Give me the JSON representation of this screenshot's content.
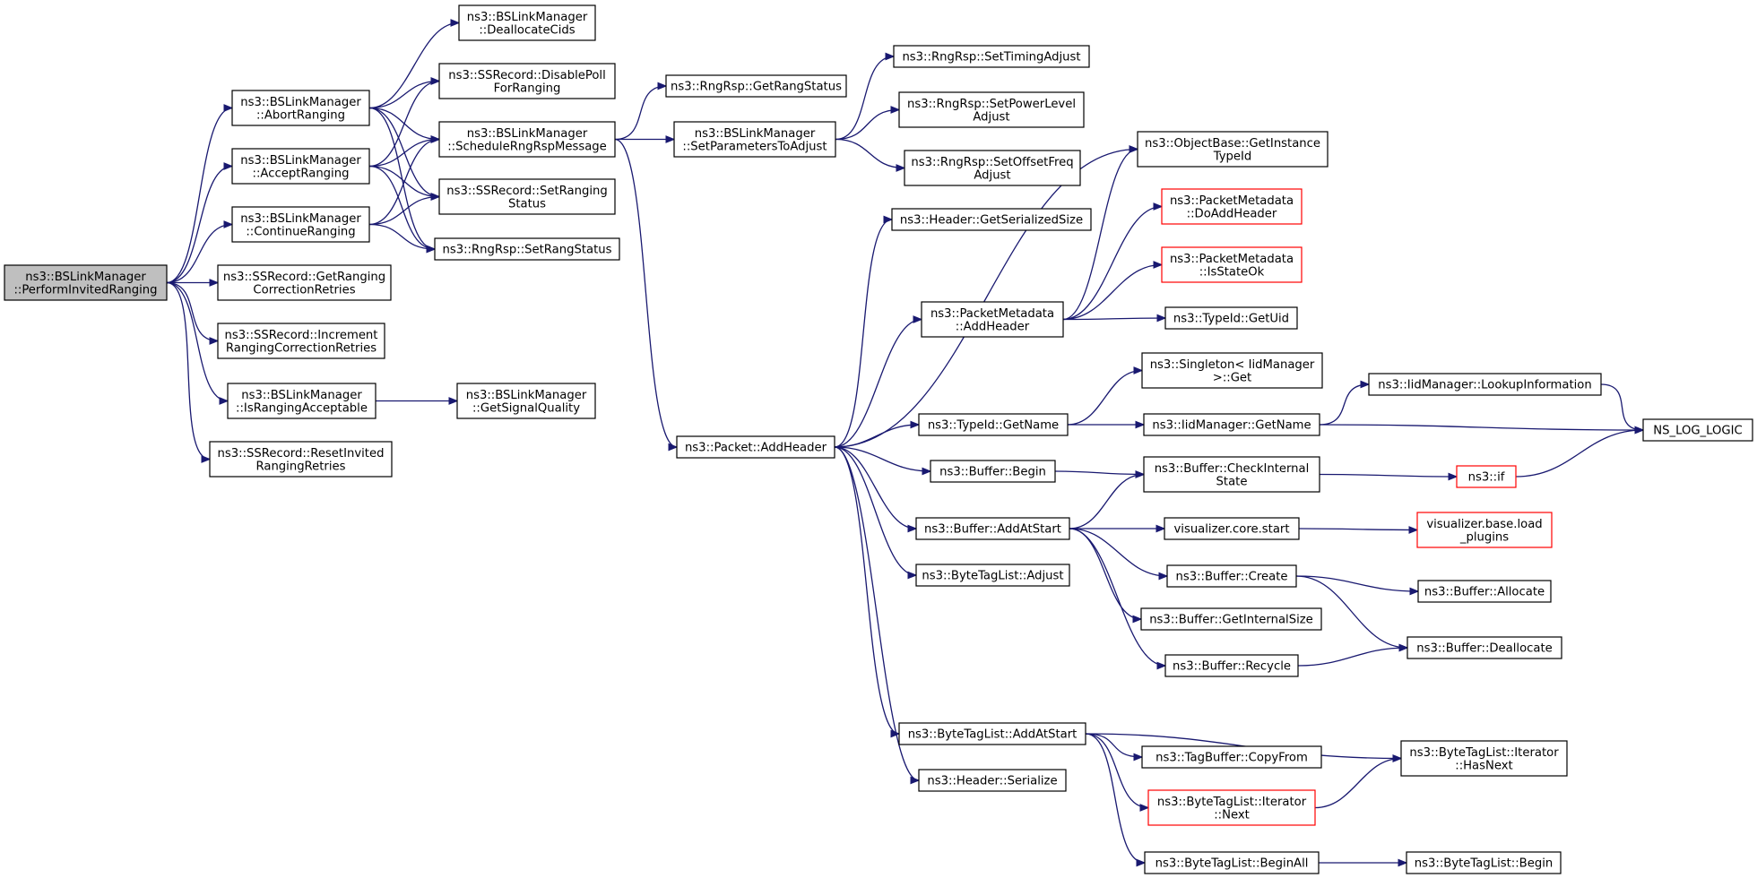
{
  "diagram": {
    "type": "call-graph",
    "colors": {
      "edge": "#191970",
      "root_fill": "#bfbfbf",
      "highlight_border": "#ff0000",
      "node_border": "#000000"
    },
    "nodes": [
      {
        "id": "root",
        "lines": [
          "ns3::BSLinkManager",
          "::PerformInvitedRanging"
        ],
        "style": "root"
      },
      {
        "id": "dealloc",
        "lines": [
          "ns3::BSLinkManager",
          "::DeallocateCids"
        ]
      },
      {
        "id": "abort",
        "lines": [
          "ns3::BSLinkManager",
          "::AbortRanging"
        ]
      },
      {
        "id": "disablepoll",
        "lines": [
          "ns3::SSRecord::DisablePoll",
          "ForRanging"
        ]
      },
      {
        "id": "schedule",
        "lines": [
          "ns3::BSLinkManager",
          "::ScheduleRngRspMessage"
        ]
      },
      {
        "id": "accept",
        "lines": [
          "ns3::BSLinkManager",
          "::AcceptRanging"
        ]
      },
      {
        "id": "setranging",
        "lines": [
          "ns3::SSRecord::SetRanging",
          "Status"
        ]
      },
      {
        "id": "continue",
        "lines": [
          "ns3::BSLinkManager",
          "::ContinueRanging"
        ]
      },
      {
        "id": "setrang",
        "lines": [
          "ns3::RngRsp::SetRangStatus"
        ]
      },
      {
        "id": "getranging",
        "lines": [
          "ns3::SSRecord::GetRanging",
          "CorrectionRetries"
        ]
      },
      {
        "id": "increment",
        "lines": [
          "ns3::SSRecord::Increment",
          "RangingCorrectionRetries"
        ]
      },
      {
        "id": "isacceptable",
        "lines": [
          "ns3::BSLinkManager",
          "::IsRangingAcceptable"
        ]
      },
      {
        "id": "signal",
        "lines": [
          "ns3::BSLinkManager",
          "::GetSignalQuality"
        ]
      },
      {
        "id": "reset",
        "lines": [
          "ns3::SSRecord::ResetInvited",
          "RangingRetries"
        ]
      },
      {
        "id": "getrangstatus",
        "lines": [
          "ns3::RngRsp::GetRangStatus"
        ]
      },
      {
        "id": "setparams",
        "lines": [
          "ns3::BSLinkManager",
          "::SetParametersToAdjust"
        ]
      },
      {
        "id": "timing",
        "lines": [
          "ns3::RngRsp::SetTimingAdjust"
        ]
      },
      {
        "id": "power",
        "lines": [
          "ns3::RngRsp::SetPowerLevel",
          "Adjust"
        ]
      },
      {
        "id": "offset",
        "lines": [
          "ns3::RngRsp::SetOffsetFreq",
          "Adjust"
        ]
      },
      {
        "id": "packetadd",
        "lines": [
          "ns3::Packet::AddHeader"
        ]
      },
      {
        "id": "objbase",
        "lines": [
          "ns3::ObjectBase::GetInstance",
          "TypeId"
        ]
      },
      {
        "id": "hdrsize",
        "lines": [
          "ns3::Header::GetSerializedSize"
        ]
      },
      {
        "id": "doadd",
        "lines": [
          "ns3::PacketMetadata",
          "::DoAddHeader"
        ],
        "style": "red"
      },
      {
        "id": "isstateok",
        "lines": [
          "ns3::PacketMetadata",
          "::IsStateOk"
        ],
        "style": "red"
      },
      {
        "id": "pmadd",
        "lines": [
          "ns3::PacketMetadata",
          "::AddHeader"
        ]
      },
      {
        "id": "getuid",
        "lines": [
          "ns3::TypeId::GetUid"
        ]
      },
      {
        "id": "singleton",
        "lines": [
          "ns3::Singleton< IidManager",
          ">::Get"
        ]
      },
      {
        "id": "lookup",
        "lines": [
          "ns3::IidManager::LookupInformation"
        ]
      },
      {
        "id": "typename",
        "lines": [
          "ns3::TypeId::GetName"
        ]
      },
      {
        "id": "iidname",
        "lines": [
          "ns3::IidManager::GetName"
        ]
      },
      {
        "id": "nslog",
        "lines": [
          "NS_LOG_LOGIC"
        ]
      },
      {
        "id": "bufbegin",
        "lines": [
          "ns3::Buffer::Begin"
        ]
      },
      {
        "id": "checkint",
        "lines": [
          "ns3::Buffer::CheckInternal",
          "State"
        ]
      },
      {
        "id": "nsif",
        "lines": [
          "ns3::if"
        ],
        "style": "red"
      },
      {
        "id": "bufaddstart",
        "lines": [
          "ns3::Buffer::AddAtStart"
        ]
      },
      {
        "id": "vizstart",
        "lines": [
          "visualizer.core.start"
        ]
      },
      {
        "id": "vizload",
        "lines": [
          "visualizer.base.load",
          "_plugins"
        ],
        "style": "red"
      },
      {
        "id": "btladjust",
        "lines": [
          "ns3::ByteTagList::Adjust"
        ]
      },
      {
        "id": "bufcreate",
        "lines": [
          "ns3::Buffer::Create"
        ]
      },
      {
        "id": "bufalloc",
        "lines": [
          "ns3::Buffer::Allocate"
        ]
      },
      {
        "id": "bufintsize",
        "lines": [
          "ns3::Buffer::GetInternalSize"
        ]
      },
      {
        "id": "bufdealloc",
        "lines": [
          "ns3::Buffer::Deallocate"
        ]
      },
      {
        "id": "bufrecycle",
        "lines": [
          "ns3::Buffer::Recycle"
        ]
      },
      {
        "id": "btladdstart",
        "lines": [
          "ns3::ByteTagList::AddAtStart"
        ]
      },
      {
        "id": "copyfrom",
        "lines": [
          "ns3::TagBuffer::CopyFrom"
        ]
      },
      {
        "id": "hasnext",
        "lines": [
          "ns3::ByteTagList::Iterator",
          "::HasNext"
        ]
      },
      {
        "id": "itnext",
        "lines": [
          "ns3::ByteTagList::Iterator",
          "::Next"
        ],
        "style": "red"
      },
      {
        "id": "hdrserialize",
        "lines": [
          "ns3::Header::Serialize"
        ]
      },
      {
        "id": "beginall",
        "lines": [
          "ns3::ByteTagList::BeginAll"
        ]
      },
      {
        "id": "btlbegin",
        "lines": [
          "ns3::ByteTagList::Begin"
        ]
      }
    ],
    "edges": [
      [
        "root",
        "abort"
      ],
      [
        "root",
        "accept"
      ],
      [
        "root",
        "continue"
      ],
      [
        "root",
        "getranging"
      ],
      [
        "root",
        "increment"
      ],
      [
        "root",
        "isacceptable"
      ],
      [
        "root",
        "reset"
      ],
      [
        "abort",
        "dealloc"
      ],
      [
        "abort",
        "disablepoll"
      ],
      [
        "abort",
        "schedule"
      ],
      [
        "abort",
        "setranging"
      ],
      [
        "abort",
        "setrang"
      ],
      [
        "accept",
        "disablepoll"
      ],
      [
        "accept",
        "schedule"
      ],
      [
        "accept",
        "setranging"
      ],
      [
        "accept",
        "setrang"
      ],
      [
        "continue",
        "schedule"
      ],
      [
        "continue",
        "setranging"
      ],
      [
        "continue",
        "setrang"
      ],
      [
        "isacceptable",
        "signal"
      ],
      [
        "schedule",
        "getrangstatus"
      ],
      [
        "schedule",
        "setparams"
      ],
      [
        "schedule",
        "packetadd"
      ],
      [
        "setparams",
        "timing"
      ],
      [
        "setparams",
        "power"
      ],
      [
        "setparams",
        "offset"
      ],
      [
        "packetadd",
        "objbase"
      ],
      [
        "packetadd",
        "hdrsize"
      ],
      [
        "packetadd",
        "pmadd"
      ],
      [
        "packetadd",
        "typename"
      ],
      [
        "packetadd",
        "bufbegin"
      ],
      [
        "packetadd",
        "bufaddstart"
      ],
      [
        "packetadd",
        "btladjust"
      ],
      [
        "packetadd",
        "btladdstart"
      ],
      [
        "packetadd",
        "hdrserialize"
      ],
      [
        "pmadd",
        "objbase"
      ],
      [
        "pmadd",
        "doadd"
      ],
      [
        "pmadd",
        "isstateok"
      ],
      [
        "pmadd",
        "getuid"
      ],
      [
        "typename",
        "singleton"
      ],
      [
        "typename",
        "iidname"
      ],
      [
        "iidname",
        "lookup"
      ],
      [
        "iidname",
        "nslog"
      ],
      [
        "lookup",
        "nslog"
      ],
      [
        "bufbegin",
        "checkint"
      ],
      [
        "checkint",
        "nsif"
      ],
      [
        "nsif",
        "nslog"
      ],
      [
        "bufaddstart",
        "checkint"
      ],
      [
        "bufaddstart",
        "vizstart"
      ],
      [
        "bufaddstart",
        "bufcreate"
      ],
      [
        "bufaddstart",
        "bufintsize"
      ],
      [
        "bufaddstart",
        "bufrecycle"
      ],
      [
        "vizstart",
        "vizload"
      ],
      [
        "bufcreate",
        "bufalloc"
      ],
      [
        "bufcreate",
        "bufdealloc"
      ],
      [
        "bufrecycle",
        "bufdealloc"
      ],
      [
        "btladdstart",
        "copyfrom"
      ],
      [
        "btladdstart",
        "hasnext"
      ],
      [
        "btladdstart",
        "itnext"
      ],
      [
        "btladdstart",
        "beginall"
      ],
      [
        "itnext",
        "hasnext"
      ],
      [
        "beginall",
        "btlbegin"
      ]
    ]
  }
}
